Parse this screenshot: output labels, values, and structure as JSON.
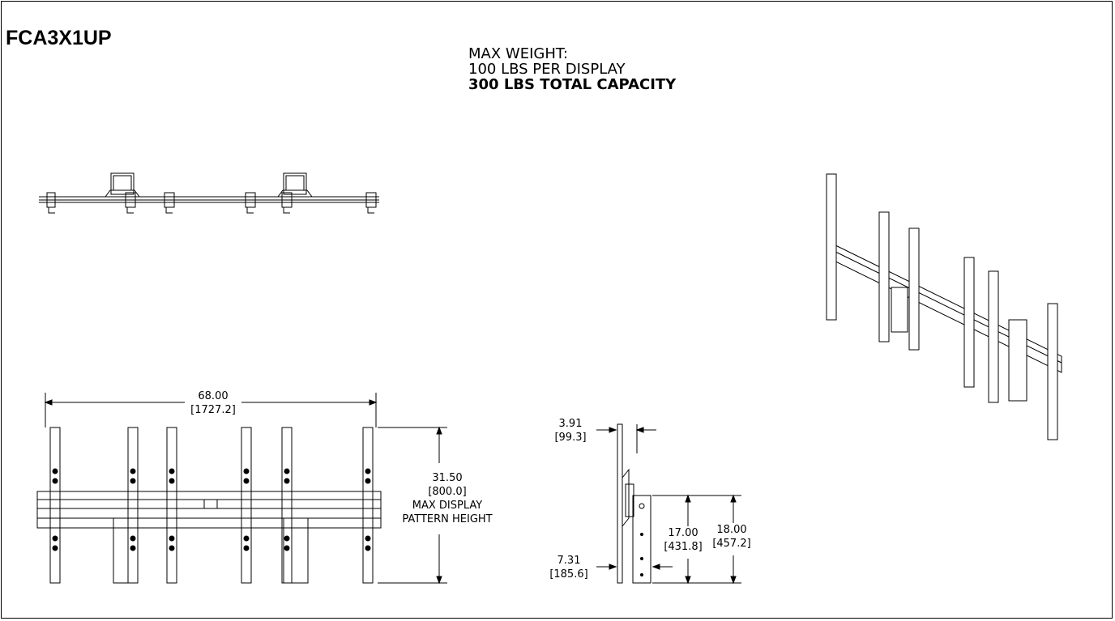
{
  "title": "FCA3X1UP",
  "specs": {
    "line1": "MAX WEIGHT:",
    "line2": "100 LBS PER DISPLAY",
    "line3": "300 LBS TOTAL CAPACITY"
  },
  "front_view": {
    "width_in": "68.00",
    "width_mm": "[1727.2]",
    "height_in": "31.50",
    "height_mm": "[800.0]",
    "height_note_1": "MAX DISPLAY",
    "height_note_2": "PATTERN HEIGHT"
  },
  "side_view": {
    "depth_in": "3.91",
    "depth_mm": "[99.3]",
    "offset_in": "7.31",
    "offset_mm": "[185.6]",
    "height1_in": "17.00",
    "height1_mm": "[431.8]",
    "height2_in": "18.00",
    "height2_mm": "[457.2]"
  }
}
